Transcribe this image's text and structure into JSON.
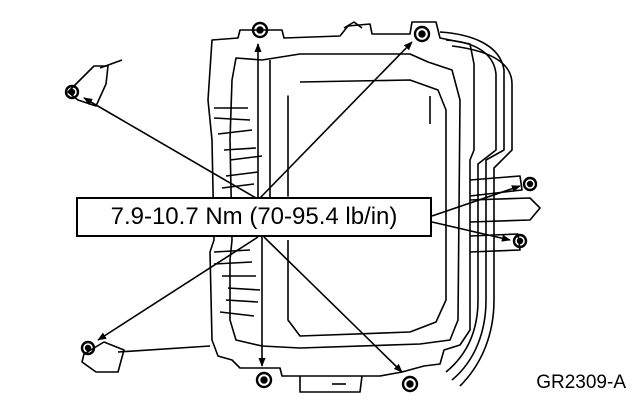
{
  "callout": {
    "torque_spec": "7.9-10.7 Nm (70-95.4 lb/in)"
  },
  "figure_id": "GR2309-A",
  "colors": {
    "line": "#000000",
    "background": "#ffffff"
  },
  "fasteners": [
    {
      "name": "upper-left-bolt"
    },
    {
      "name": "upper-center-bolt"
    },
    {
      "name": "upper-right-bolt"
    },
    {
      "name": "right-upper-bolt"
    },
    {
      "name": "right-lower-bolt"
    },
    {
      "name": "lower-left-bolt"
    },
    {
      "name": "lower-center-bolt"
    },
    {
      "name": "lower-right-bolt"
    }
  ]
}
